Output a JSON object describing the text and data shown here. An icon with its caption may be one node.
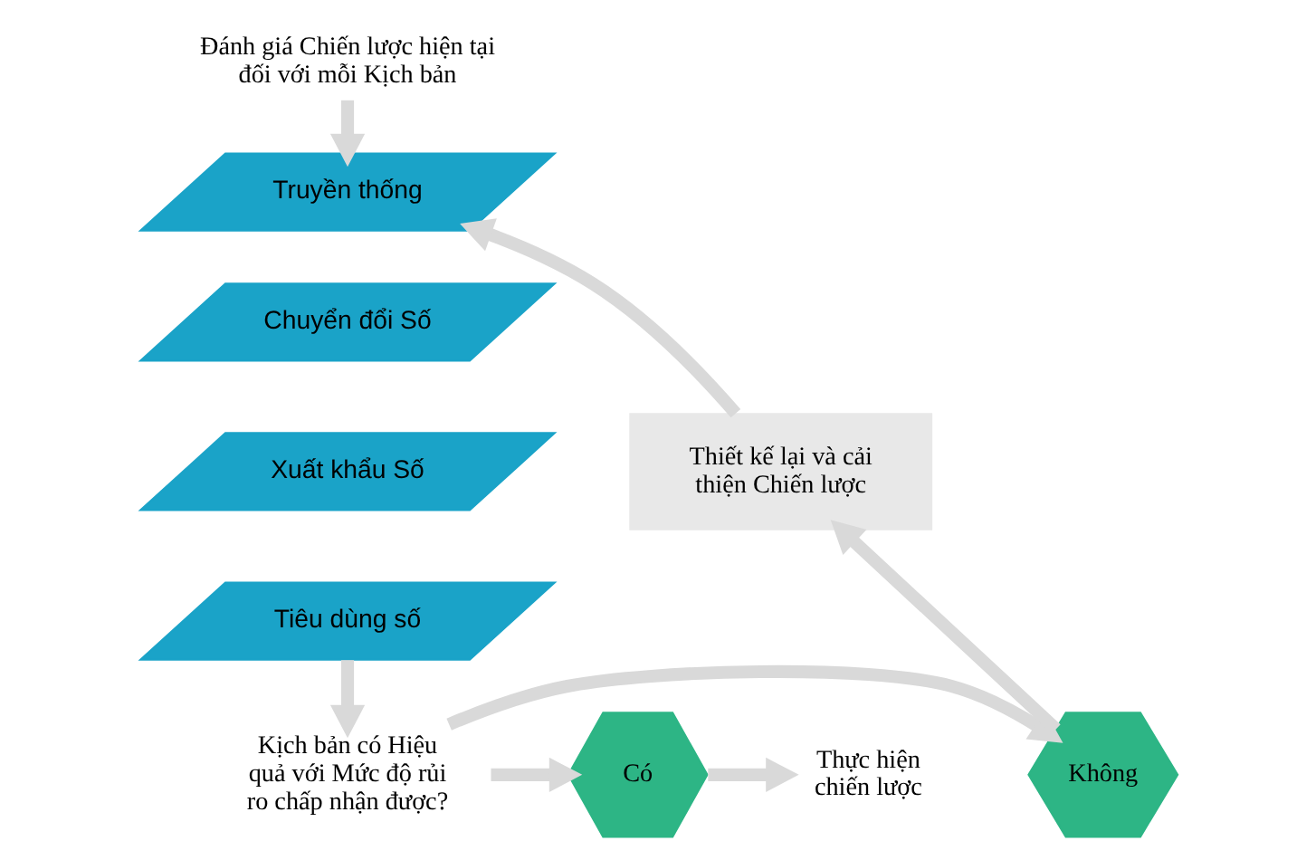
{
  "diagram": {
    "nodes": [
      {
        "text": [
          "Đánh giá Chiến lược hiện tại đối với mỗi Kịch bản"
        ]
      },
      {
        "text": [
          "Truyền thống"
        ]
      },
      {
        "text": [
          "Chuyển đổi Số"
        ]
      },
      {
        "text": [
          "Xuất khẩu Số"
        ]
      },
      {
        "text": [
          "Tiêu dùng số"
        ]
      },
      {
        "text": [
          "Kịch bản có Hiệu quả với Mức độ rủi ro chấp nhận được?"
        ]
      },
      {
        "text": [
          "Không"
        ]
      },
      {
        "text": [
          "Có"
        ]
      },
      {
        "text": [
          "Thực hiện chiến lược"
        ]
      },
      {
        "text": [
          "Thiết kế lại và cải thiện Chiến lược"
        ]
      }
    ],
    "edges": [
      {
        "from": 0,
        "to": 1,
        "arrow": "to"
      },
      {
        "from": 4,
        "to": 5,
        "arrow": "to"
      },
      {
        "from": 5,
        "to": 6,
        "arrow": "to"
      },
      {
        "from": 6,
        "to": 9,
        "arrow": "to"
      },
      {
        "from": 9,
        "to": 1,
        "arrow": "to"
      },
      {
        "from": 5,
        "to": 7,
        "arrow": "to"
      },
      {
        "from": 7,
        "to": 8,
        "arrow": "to"
      }
    ]
  }
}
